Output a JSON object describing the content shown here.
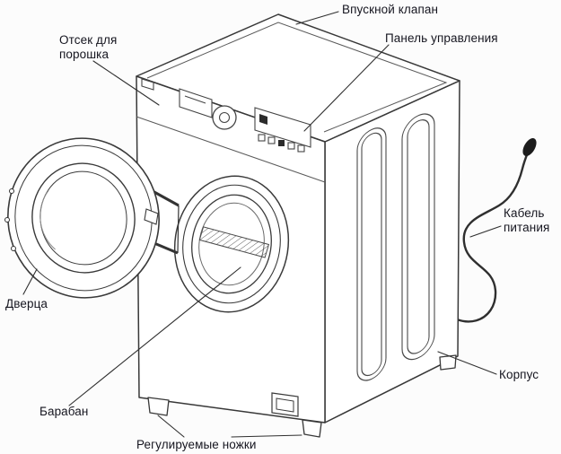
{
  "figure": {
    "type": "diagram",
    "subject": "washing-machine-parts-diagram",
    "labels": {
      "inlet_valve": "Впускной клапан",
      "control_panel": "Панель управления",
      "detergent_drawer": "Отсек для порошка",
      "power_cable": "Кабель питания",
      "door": "Дверца",
      "housing": "Корпус",
      "drum": "Барабан",
      "adjustable_feet": "Регулируемые ножки"
    },
    "colors": {
      "line": "#383838",
      "text": "#15151f",
      "background": "#fcfcfc"
    }
  }
}
